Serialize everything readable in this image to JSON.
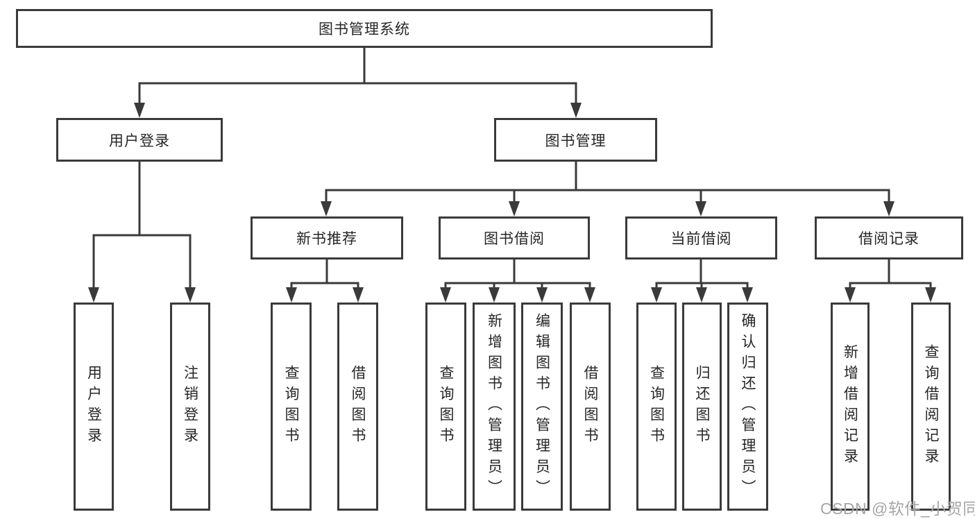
{
  "nodes": {
    "root": "图书管理系统",
    "user_login": "用户登录",
    "book_mgmt": "图书管理",
    "new_book": "新书推荐",
    "book_borrow": "图书借阅",
    "current_borrow": "当前借阅",
    "borrow_record": "借阅记录",
    "ul_login": "用户登录",
    "ul_logout": "注销登录",
    "nb_query": "查询图书",
    "nb_borrow": "借阅图书",
    "bb_query": "查询图书",
    "bb_add": "新增图书（管理员）",
    "bb_edit": "编辑图书（管理员）",
    "bb_borrow": "借阅图书",
    "cb_query": "查询图书",
    "cb_return": "归还图书",
    "cb_confirm": "确认归还（管理员）",
    "br_add": "新增借阅记录",
    "br_query": "查询借阅记录"
  },
  "watermark": {
    "text": "CSDN @软件_小贺同学",
    "color": "#a6a6a6"
  },
  "colors": {
    "line": "#3a3a3a",
    "border": "#3a3a3a",
    "text": "#262626",
    "background": "#ffffff"
  }
}
